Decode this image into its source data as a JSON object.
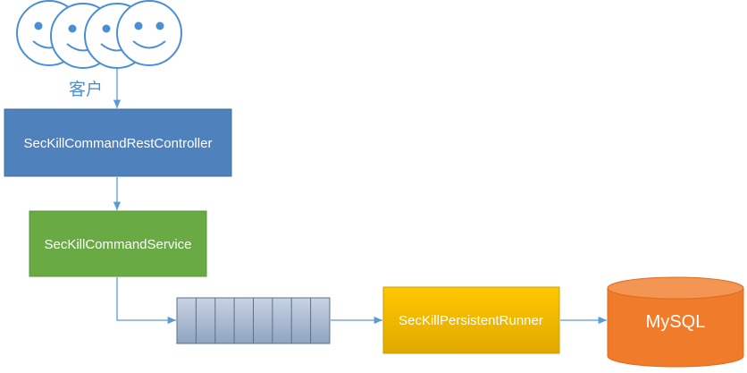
{
  "client": {
    "label": "客户",
    "icon": "smiley-face-icon",
    "count": 4
  },
  "controller": {
    "label": "SecKillCommandRestController"
  },
  "service": {
    "label": "SecKillCommandService"
  },
  "queue": {
    "icon": "queue-icon",
    "slots": 8
  },
  "runner": {
    "label": "SecKillPersistentRunner"
  },
  "database": {
    "label": "MySQL",
    "icon": "database-cylinder-icon"
  },
  "colors": {
    "controller": "#4f81bd",
    "service": "#6aaa45",
    "runner": "#e8b100",
    "database": "#ef7b2b",
    "queue": "#9fb2cc",
    "arrow": "#5b9bd5",
    "face": "#4a8fd6"
  }
}
